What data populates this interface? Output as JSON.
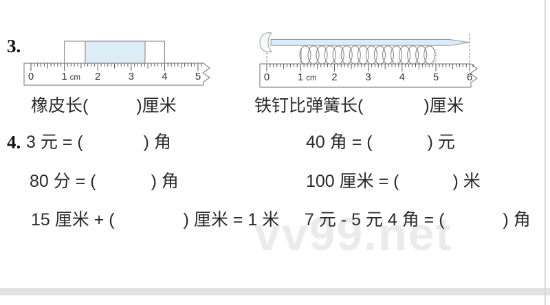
{
  "watermark": "vv99.net",
  "colors": {
    "eraser_fill": "#dcedf8",
    "nail_fill": "#dcebf5",
    "watermark": "#ebebeb",
    "divider": "#e3e3e3",
    "edge_line": "#d8d8d8"
  },
  "q3": {
    "number": "3.",
    "left": {
      "ruler_labels": [
        "0",
        "1",
        "2",
        "3",
        "4",
        "5"
      ],
      "ruler_unit": "cm",
      "caption_prefix": "橡皮长(",
      "caption_suffix": ")厘米"
    },
    "right": {
      "ruler_labels": [
        "0",
        "1",
        "2",
        "3",
        "4",
        "5",
        "6"
      ],
      "ruler_unit": "cm",
      "caption_prefix": "铁钉比弹簧长(",
      "caption_suffix": ")厘米"
    }
  },
  "q4": {
    "number": "4.",
    "items": [
      {
        "pre": "3 元 = (",
        "post": ") 角"
      },
      {
        "pre": "40 角 = (",
        "post": ") 元"
      },
      {
        "pre": "80 分 = (",
        "post": ") 角"
      },
      {
        "pre": "100 厘米 = (",
        "post": ") 米"
      },
      {
        "pre": "15 厘米 + (",
        "post": ") 厘米 = 1 米"
      },
      {
        "pre": "7 元 - 5 元 4 角 = (",
        "post": ") 角"
      }
    ]
  }
}
